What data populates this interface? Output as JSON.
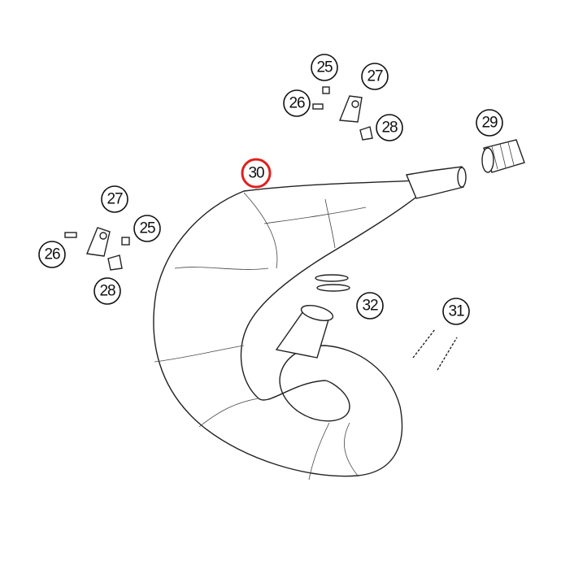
{
  "diagram": {
    "highlight_color": "#e02020",
    "callouts": [
      {
        "id": "c25a",
        "label": "25"
      },
      {
        "id": "c27a",
        "label": "27"
      },
      {
        "id": "c26a",
        "label": "26"
      },
      {
        "id": "c28a",
        "label": "28"
      },
      {
        "id": "c29",
        "label": "29"
      },
      {
        "id": "c30",
        "label": "30",
        "highlighted": true
      },
      {
        "id": "c27b",
        "label": "27"
      },
      {
        "id": "c25b",
        "label": "25"
      },
      {
        "id": "c26b",
        "label": "26"
      },
      {
        "id": "c28b",
        "label": "28"
      },
      {
        "id": "c32",
        "label": "32"
      },
      {
        "id": "c31",
        "label": "31"
      }
    ]
  }
}
